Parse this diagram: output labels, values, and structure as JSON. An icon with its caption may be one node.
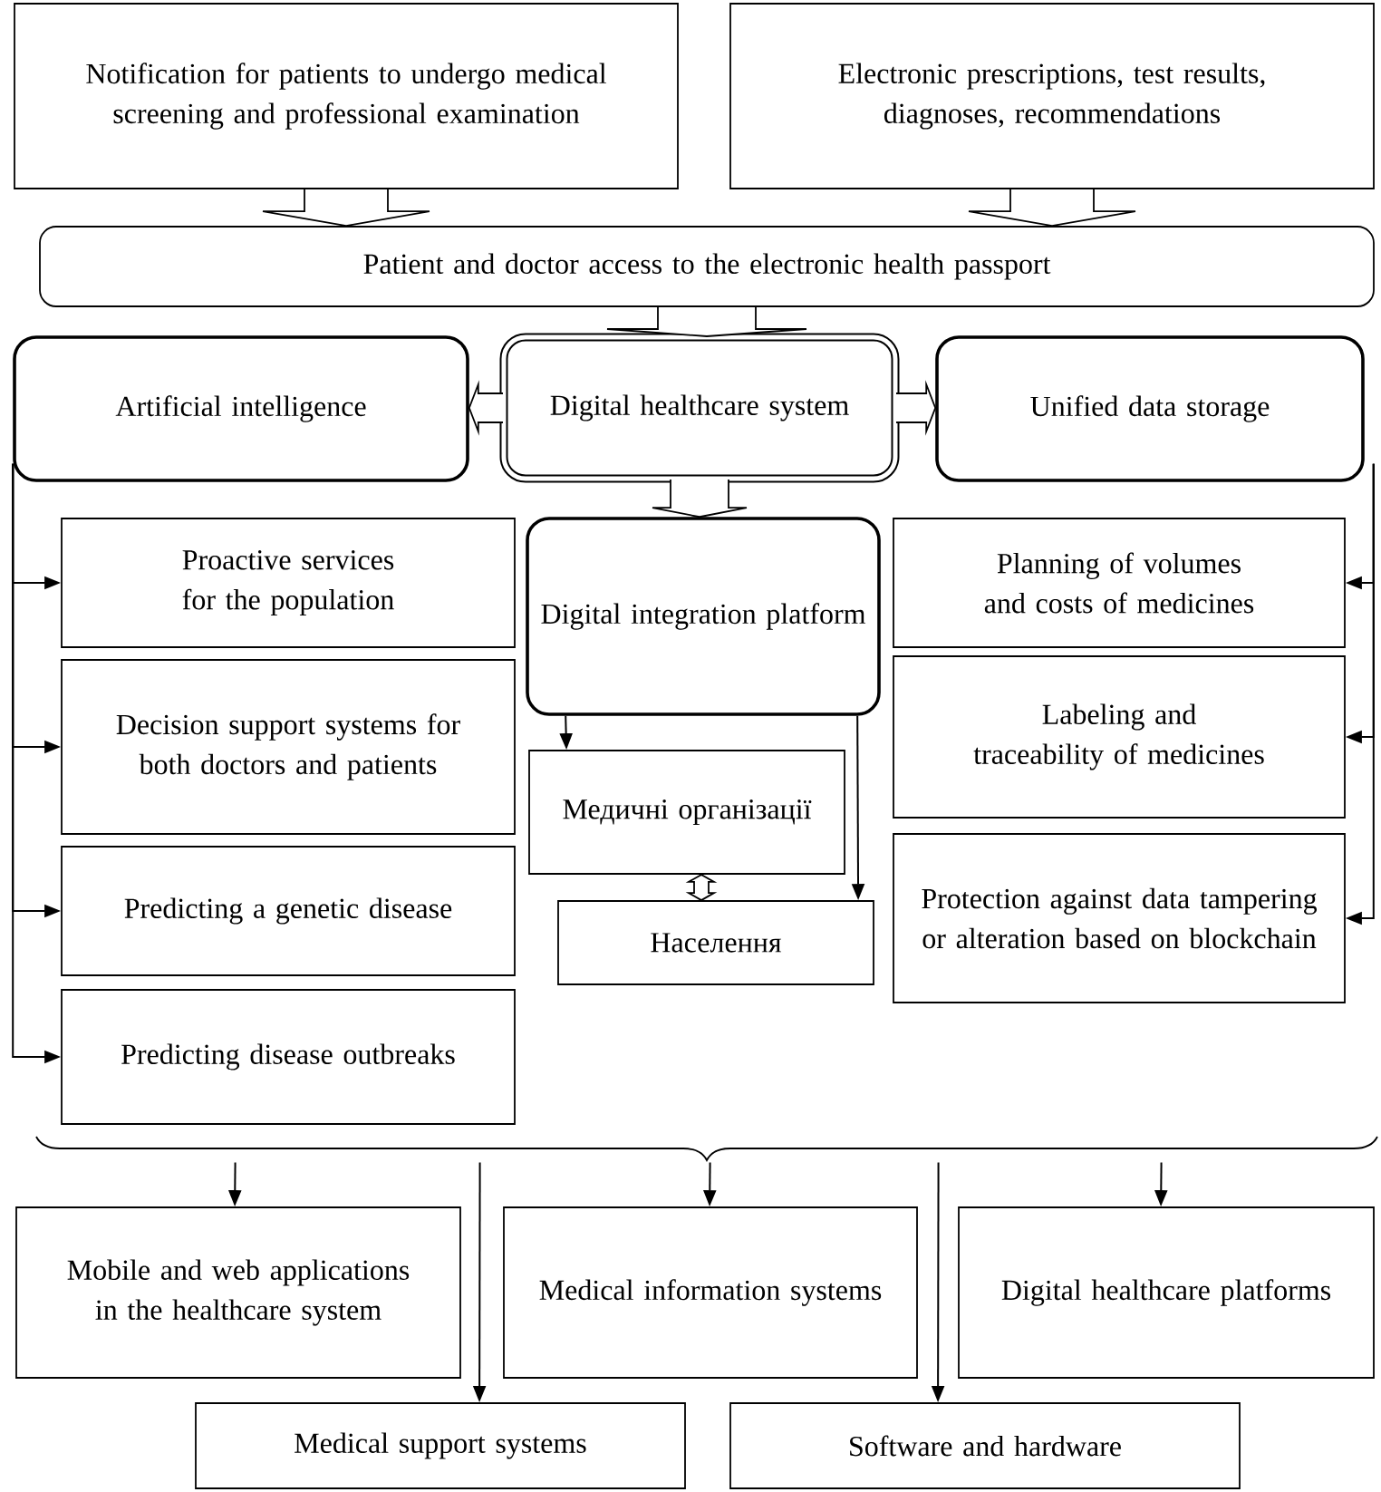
{
  "diagram": {
    "nodes": [
      {
        "text": [
          "Notification for patients to undergo medical screening and professional examination"
        ]
      },
      {
        "text": [
          "Electronic prescriptions, test results, diagnoses, recommendations"
        ]
      },
      {
        "text": [
          "Patient and doctor access to the electronic health passport"
        ]
      },
      {
        "text": [
          "Artificial intelligence"
        ]
      },
      {
        "text": [
          "Digital healthcare system"
        ]
      },
      {
        "text": [
          "Unified data storage"
        ]
      },
      {
        "text": [
          "Proactive services for the population"
        ]
      },
      {
        "text": [
          "Digital integration platform"
        ]
      },
      {
        "text": [
          "Planning of volumes and costs of medicines"
        ]
      },
      {
        "text": [
          "Decision support systems for both doctors and patients"
        ]
      },
      {
        "text": [
          "Labeling and traceability of medicines"
        ]
      },
      {
        "text": [
          "Медичні організації"
        ]
      },
      {
        "text": [
          "Predicting a genetic disease"
        ]
      },
      {
        "text": [
          "Protection against data tampering or alteration based on blockchain"
        ]
      },
      {
        "text": [
          "Населення"
        ]
      },
      {
        "text": [
          "Predicting disease outbreaks"
        ]
      },
      {
        "text": [
          "Mobile and web applications in the healthcare system"
        ]
      },
      {
        "text": [
          "Medical information systems"
        ]
      },
      {
        "text": [
          "Digital healthcare platforms"
        ]
      },
      {
        "text": [
          "Medical support systems"
        ]
      },
      {
        "text": [
          "Software and hardware"
        ]
      },
      {
        "text": [],
        "shape": "brace"
      }
    ],
    "edges": [
      {
        "from": 0,
        "to": 2,
        "arrow": "to",
        "style": "thick"
      },
      {
        "from": 1,
        "to": 2,
        "arrow": "to",
        "style": "thick"
      },
      {
        "from": 2,
        "to": 4,
        "arrow": "to",
        "style": "thick"
      },
      {
        "from": 4,
        "to": 3,
        "arrow": "to",
        "style": "thick"
      },
      {
        "from": 4,
        "to": 5,
        "arrow": "to",
        "style": "thick"
      },
      {
        "from": 4,
        "to": 7,
        "arrow": "to",
        "style": "thick"
      },
      {
        "from": 3,
        "to": 6,
        "arrow": "to"
      },
      {
        "from": 3,
        "to": 9,
        "arrow": "to"
      },
      {
        "from": 3,
        "to": 12,
        "arrow": "to"
      },
      {
        "from": 3,
        "to": 15,
        "arrow": "to"
      },
      {
        "from": 5,
        "to": 8,
        "arrow": "to"
      },
      {
        "from": 5,
        "to": 10,
        "arrow": "to"
      },
      {
        "from": 5,
        "to": 13,
        "arrow": "to"
      },
      {
        "from": 7,
        "to": 11,
        "arrow": "to"
      },
      {
        "from": 7,
        "to": 14,
        "arrow": "to"
      },
      {
        "from": 11,
        "to": 14,
        "arrow": "both",
        "style": "thick"
      },
      {
        "from": 21,
        "to": 16,
        "arrow": "to"
      },
      {
        "from": 21,
        "to": 17,
        "arrow": "to"
      },
      {
        "from": 21,
        "to": 18,
        "arrow": "to"
      },
      {
        "from": 21,
        "to": 19,
        "arrow": "to"
      },
      {
        "from": 21,
        "to": 20,
        "arrow": "to"
      }
    ]
  }
}
